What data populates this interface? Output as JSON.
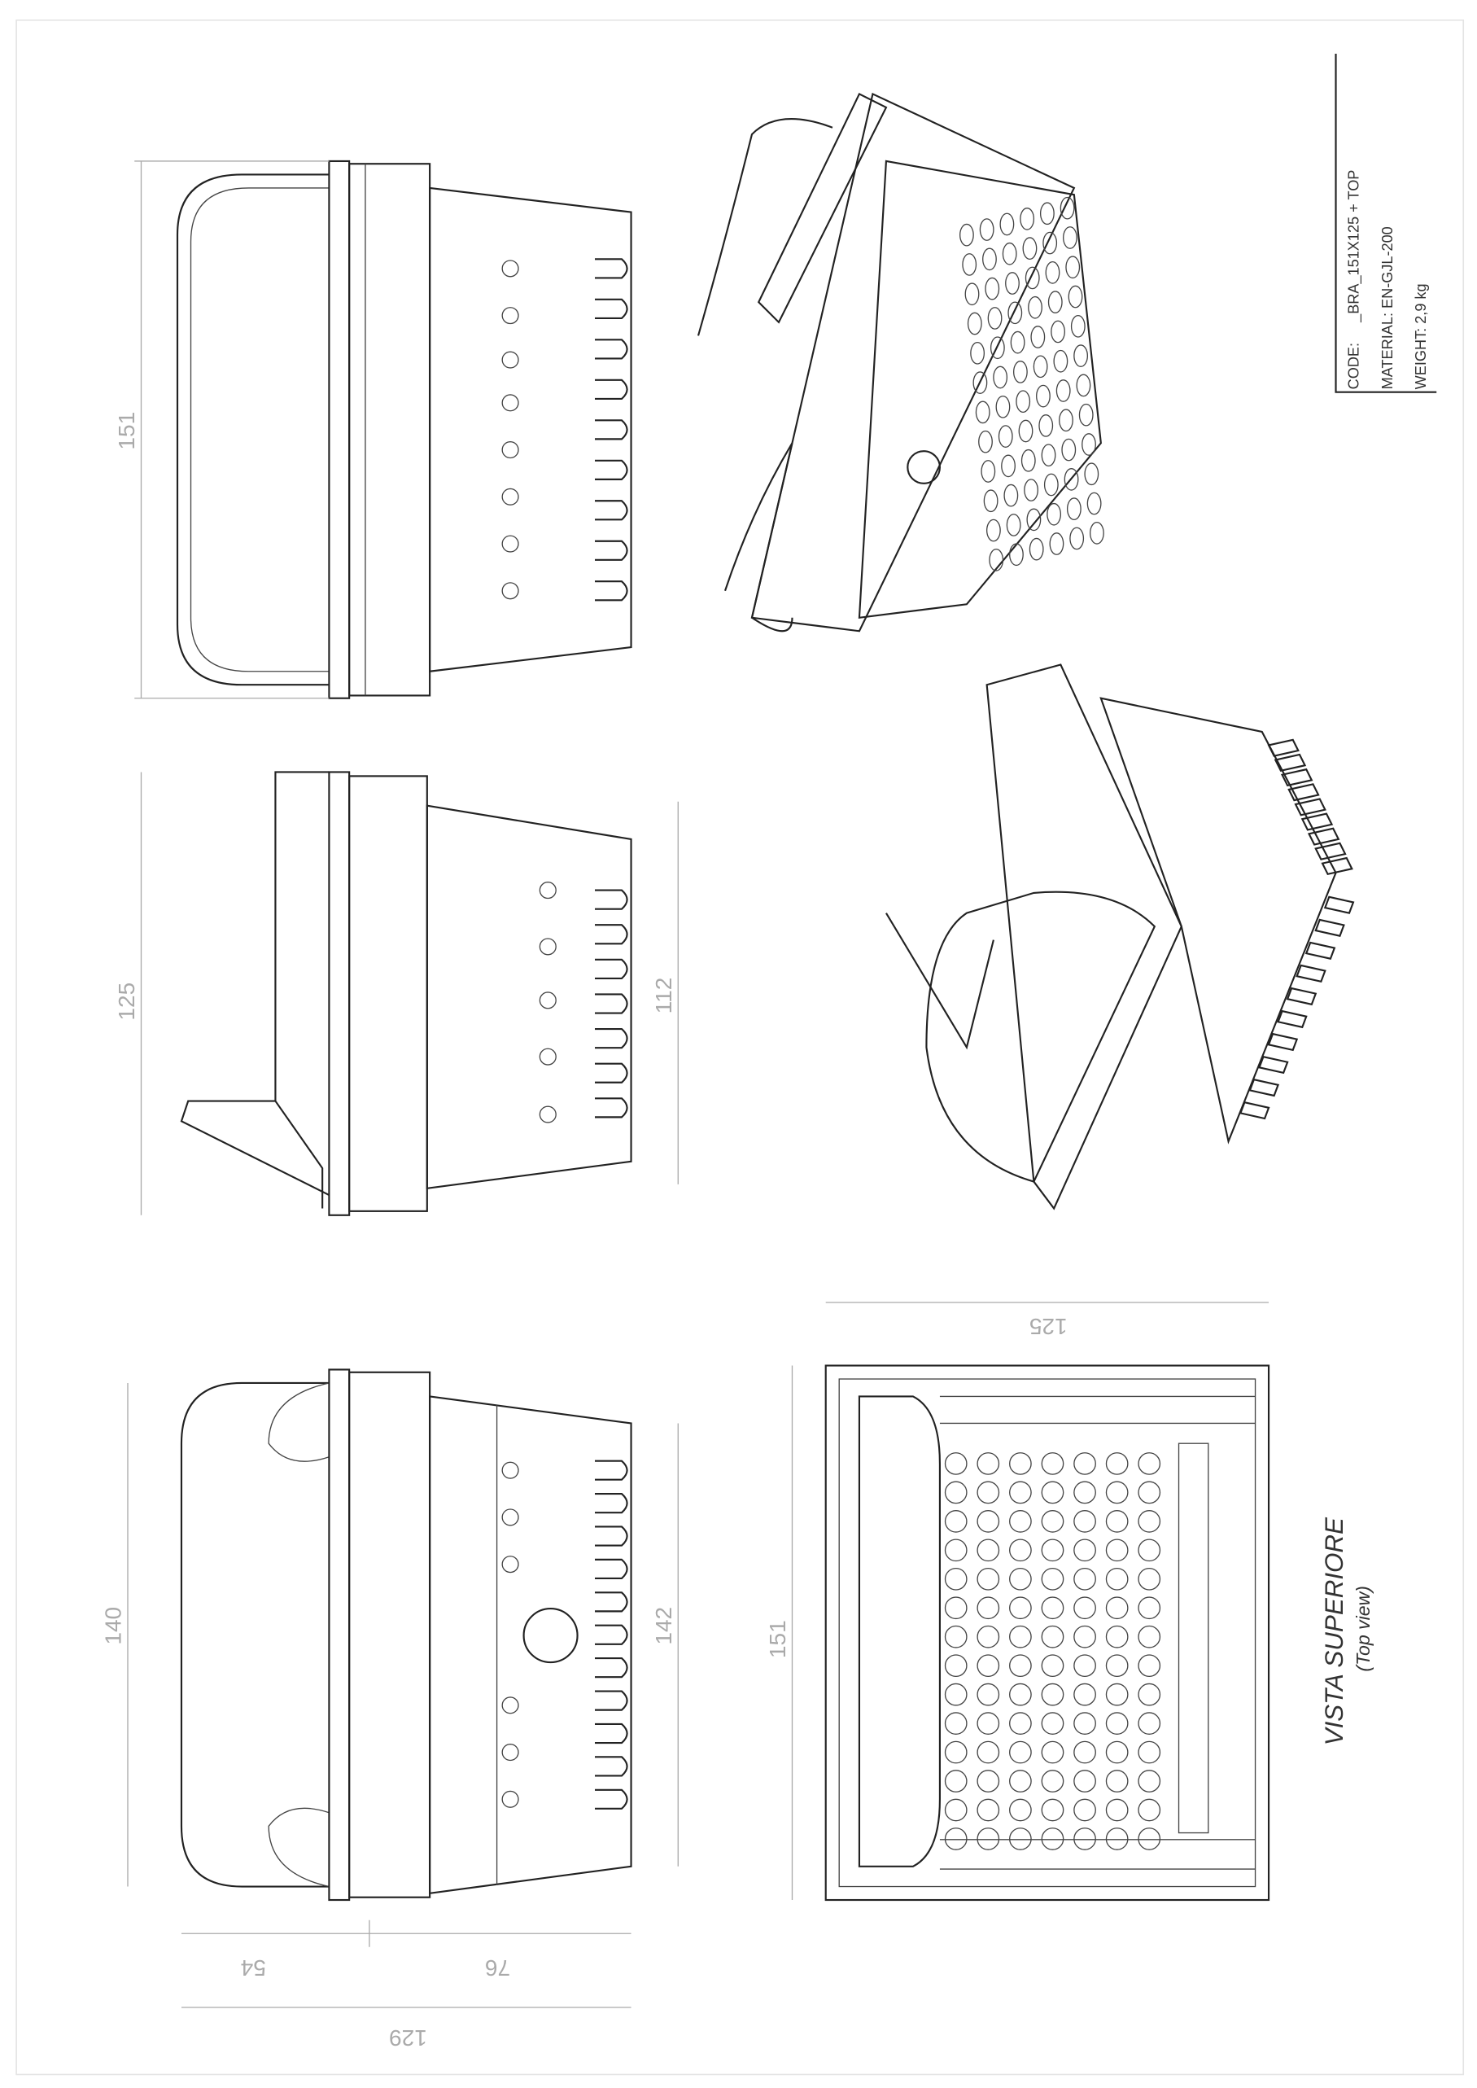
{
  "title_block": {
    "code_label": "CODE:",
    "code_value": "_BRA_151X125 + TOP",
    "material": "MATERIAL: EN-GJL-200",
    "weight": "WEIGHT: 2,9 kg"
  },
  "views": {
    "view1": {
      "dim_height": "151"
    },
    "view2": {
      "dim_height": "125",
      "dim_inner": "112"
    },
    "view3": {
      "dim_height": "140",
      "dim_inner": "142",
      "dim_a": "54",
      "dim_b": "76",
      "dim_total": "129"
    },
    "top_view": {
      "dim_width": "125",
      "dim_height": "151",
      "title": "VISTA SUPERIORE",
      "subtitle": "(Top view)"
    }
  }
}
